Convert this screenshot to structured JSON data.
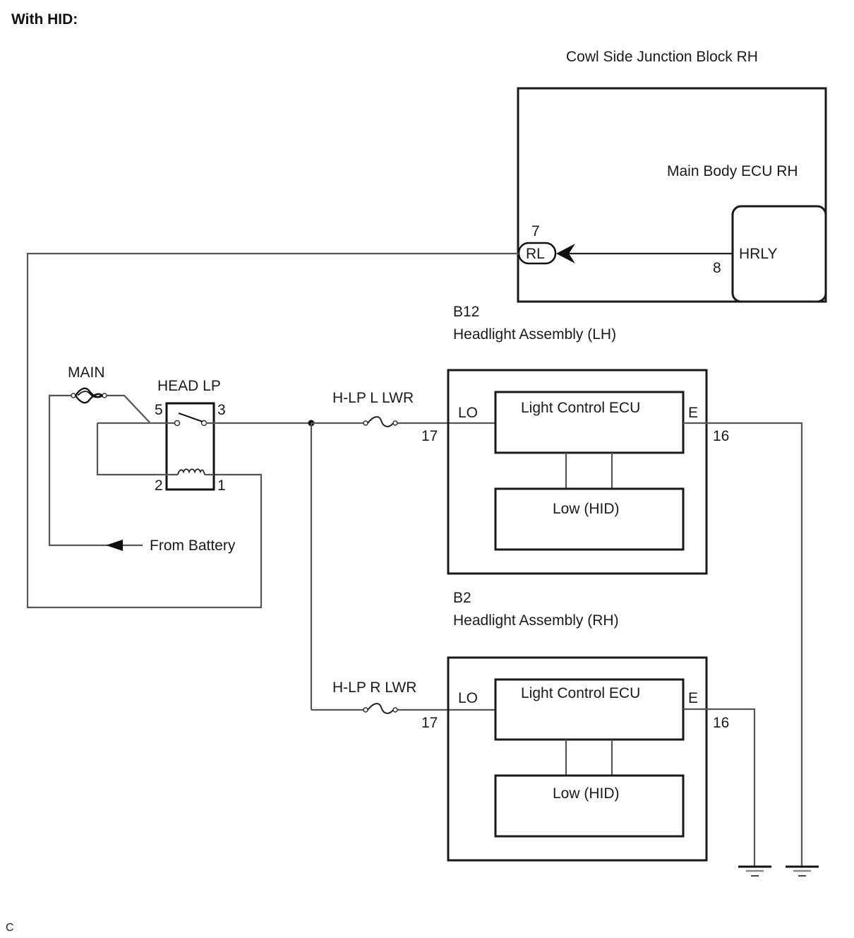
{
  "diagram": {
    "heading": "With HID:",
    "footer_mark": "C",
    "junction_block": {
      "title": "Cowl Side Junction Block RH",
      "ecu_label": "Main Body ECU RH",
      "relay_label": "HRLY",
      "connector_label": "RL",
      "pin_connector": "7",
      "pin_relay": "8"
    },
    "main_fuse": {
      "label": "MAIN"
    },
    "head_lp_relay": {
      "label": "HEAD LP",
      "pins": {
        "top_left": "5",
        "top_right": "3",
        "bottom_left": "2",
        "bottom_right": "1"
      }
    },
    "battery_label": "From Battery",
    "headlights": [
      {
        "code": "B12",
        "name": "Headlight Assembly (LH)",
        "fuse_label": "H-LP L LWR",
        "pin_in": "17",
        "pin_out": "16",
        "terminal_in": "LO",
        "terminal_out": "E",
        "ecu_label": "Light Control ECU",
        "lamp_label": "Low (HID)"
      },
      {
        "code": "B2",
        "name": "Headlight Assembly (RH)",
        "fuse_label": "H-LP R LWR",
        "pin_in": "17",
        "pin_out": "16",
        "terminal_in": "LO",
        "terminal_out": "E",
        "ecu_label": "Light Control ECU",
        "lamp_label": "Low (HID)"
      }
    ]
  }
}
